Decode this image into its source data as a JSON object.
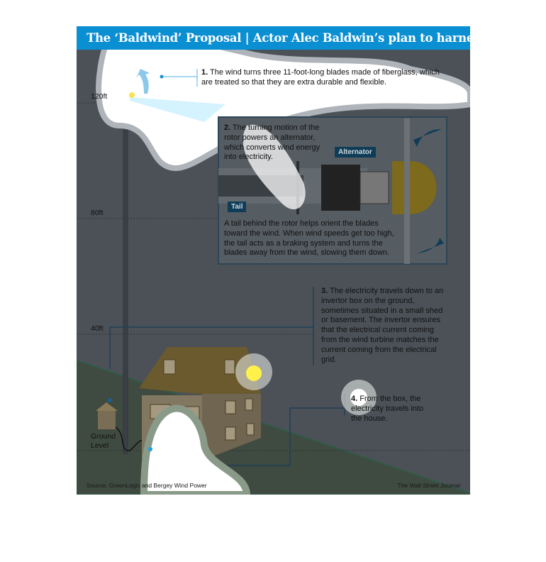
{
  "title": "The ‘Baldwind’ Proposal | Actor Alec Baldwin’s plan to harness wind",
  "heights": [
    "120ft",
    "80ft",
    "40ft",
    "Ground Level"
  ],
  "steps": [
    {
      "num": "1.",
      "text": "The wind turns three 11-foot-long blades made of fiberglass, which are treated so that they are extra durable and flexible."
    },
    {
      "num": "2.",
      "text": "The turning motion of the rotor powers an alternator, which converts wind energy into electricity."
    },
    {
      "num": "3.",
      "text": "The electricity travels down to an invertor box on the ground, sometimes situated in a small shed or basement. The invertor ensures that the electrical current coming from the wind turbine matches the current coming from the electrical grid."
    },
    {
      "num": "4.",
      "text": "From the box, the electricity travels into the house."
    }
  ],
  "inset": {
    "tail_note": "A tail behind the rotor helps orient the blades toward the wind. When wind speeds get too high, the tail acts as a braking system and turns the blades away from the wind, slowing them down.",
    "alternator_label": "Alternator",
    "tail_label": "Tail"
  },
  "source": "Source: GreenLogic and Bergey Wind Power",
  "credit": "The Wall Street Journal",
  "colors": {
    "title_bar": "#0b8fd3",
    "background": "#4b5157",
    "ground": "#3f4a40",
    "nose": "#7d6a1c"
  }
}
